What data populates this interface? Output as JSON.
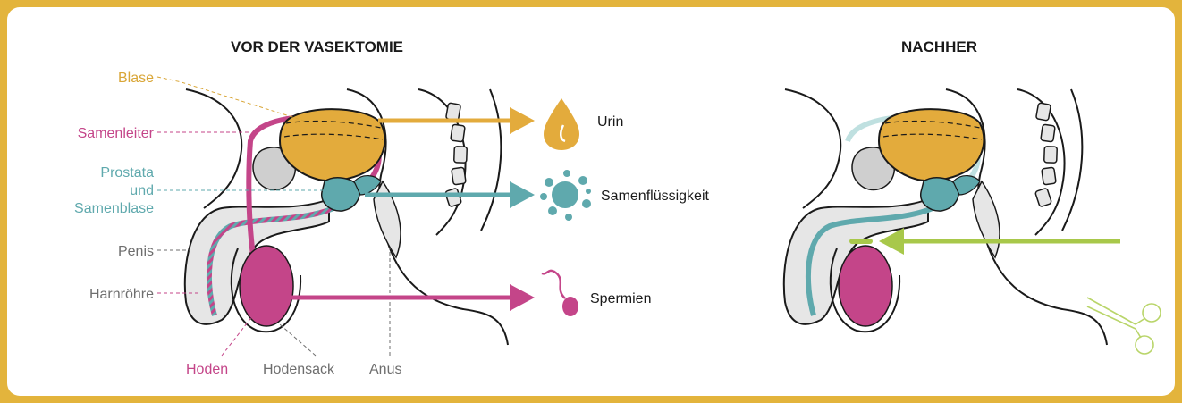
{
  "colors": {
    "frame": "#e3b43c",
    "bladder": "#e3ab3c",
    "vas_deferens": "#c44589",
    "prostate": "#5fa9ad",
    "testis": "#c44589",
    "cut": "#a8c84a"
  },
  "before": {
    "title": "VOR DER VASEKTOMIE",
    "labels": {
      "bladder": "Blase",
      "vas_deferens": "Samenleiter",
      "prostate_1": "Prostata",
      "prostate_2": "und",
      "prostate_3": "Samenblase",
      "penis": "Penis",
      "urethra": "Harnröhre",
      "testis": "Hoden",
      "scrotum": "Hodensack",
      "anus": "Anus"
    },
    "outputs": {
      "urine": "Urin",
      "seminal_fluid": "Samenflüssigkeit",
      "sperm": "Spermien"
    },
    "icons": [
      "droplet-icon",
      "splash-icon",
      "sperm-icon"
    ]
  },
  "after": {
    "title": "NACHHER",
    "icons": [
      "scissors-icon"
    ]
  }
}
